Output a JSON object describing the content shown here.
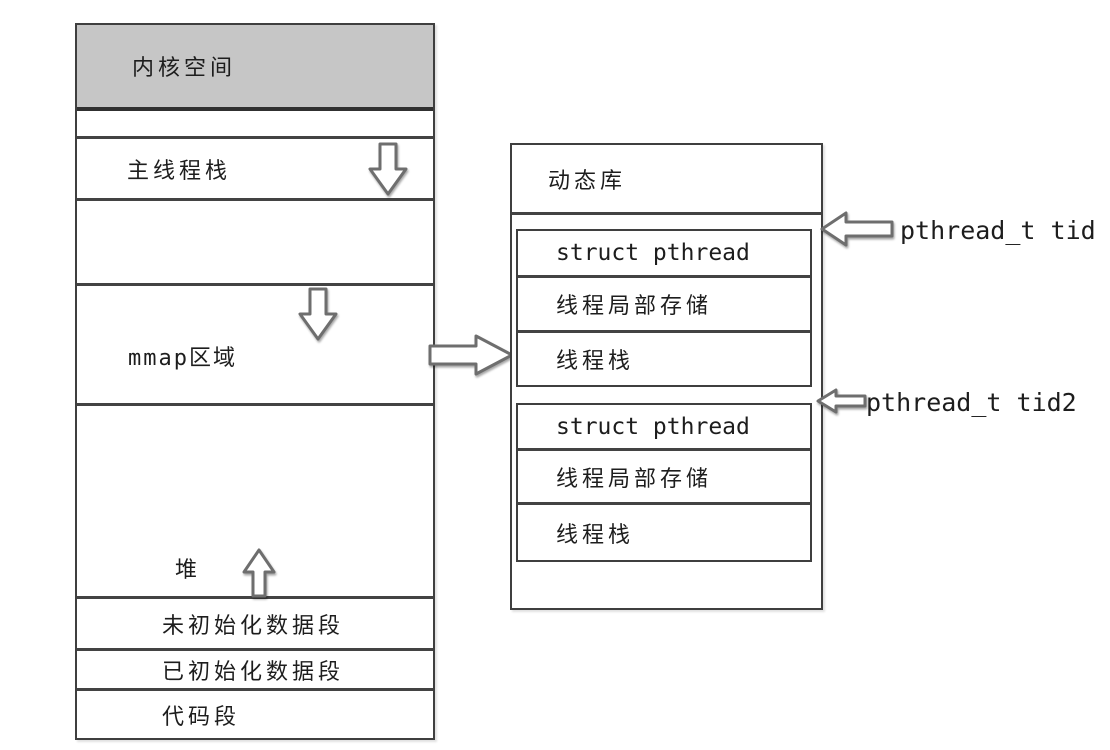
{
  "memory_map": {
    "kernel": "内核空间",
    "main_thread_stack": "主线程栈",
    "mmap_region": "mmap区域",
    "heap": "堆",
    "bss_segment": "未初始化数据段",
    "data_segment": "已初始化数据段",
    "code_segment": "代码段"
  },
  "dynamic_library": {
    "title": "动态库",
    "thread_block_1": {
      "struct": "struct pthread",
      "tls": "线程局部存储",
      "stack": "线程栈",
      "pointer_label": "pthread_t tid"
    },
    "thread_block_2": {
      "struct": "struct pthread",
      "tls": "线程局部存储",
      "stack": "线程栈",
      "pointer_label": "pthread_t tid2"
    }
  },
  "arrows": {
    "main_stack_growth": "down",
    "mmap_growth": "down",
    "heap_growth": "up",
    "mmap_to_library": "right",
    "tid_pointer": "left",
    "tid2_pointer": "left"
  },
  "colors": {
    "kernel_fill": "#c6c6c6",
    "line": "#3f3f3f",
    "text": "#1d1d1d",
    "background": "#ffffff"
  }
}
